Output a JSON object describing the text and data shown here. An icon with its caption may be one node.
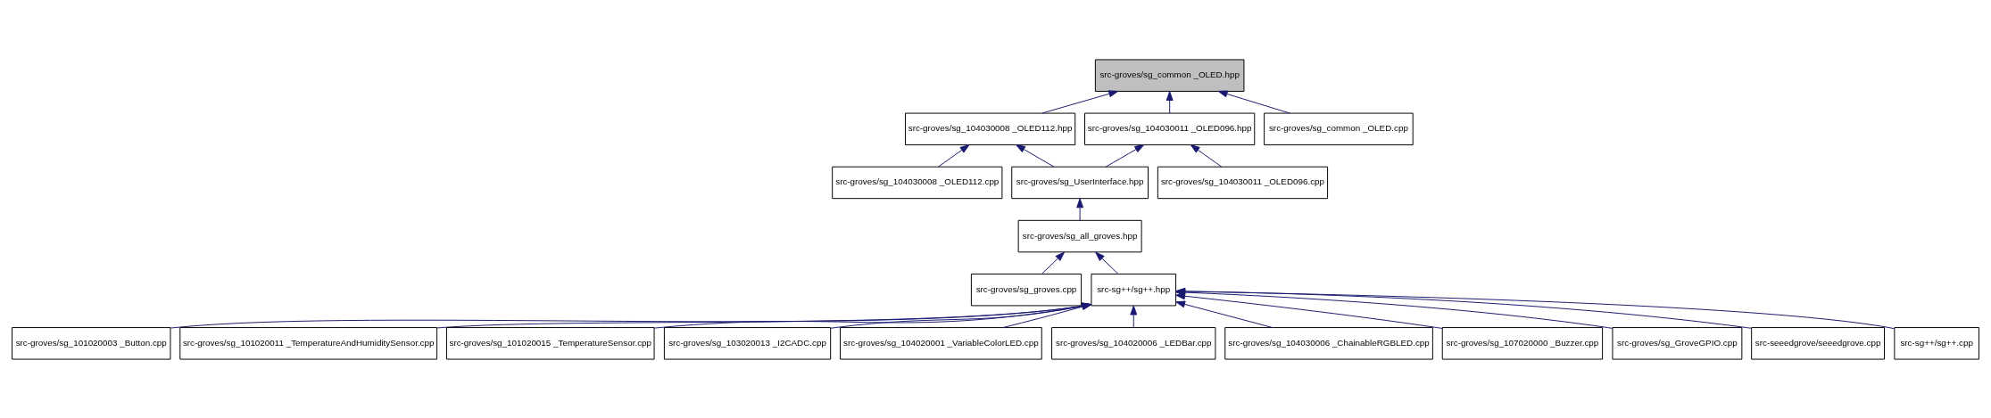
{
  "diagram": {
    "nodes": [
      {
        "text": [
          "src-groves/sg_common _OLED.hpp"
        ]
      },
      {
        "text": [
          "src-groves/sg_104030008 _OLED112.hpp"
        ]
      },
      {
        "text": [
          "src-groves/sg_104030011 _OLED096.hpp"
        ]
      },
      {
        "text": [
          "src-groves/sg_common _OLED.cpp"
        ]
      },
      {
        "text": [
          "src-groves/sg_104030008 _OLED112.cpp"
        ]
      },
      {
        "text": [
          "src-groves/sg_UserInterface.hpp"
        ]
      },
      {
        "text": [
          "src-groves/sg_104030011 _OLED096.cpp"
        ]
      },
      {
        "text": [
          "src-groves/sg_all_groves.hpp"
        ]
      },
      {
        "text": [
          "src-groves/sg_groves.cpp"
        ]
      },
      {
        "text": [
          "src-sg++/sg++.hpp"
        ]
      },
      {
        "text": [
          "src-groves/sg_101020003 _Button.cpp"
        ]
      },
      {
        "text": [
          "src-groves/sg_101020011 _TemperatureAndHumiditySensor.cpp"
        ]
      },
      {
        "text": [
          "src-groves/sg_101020015 _TemperatureSensor.cpp"
        ]
      },
      {
        "text": [
          "src-groves/sg_103020013 _I2CADC.cpp"
        ]
      },
      {
        "text": [
          "src-groves/sg_104020001 _VariableColorLED.cpp"
        ]
      },
      {
        "text": [
          "src-groves/sg_104020006 _LEDBar.cpp"
        ]
      },
      {
        "text": [
          "src-groves/sg_104030006 _ChainableRGBLED.cpp"
        ]
      },
      {
        "text": [
          "src-groves/sg_107020000 _Buzzer.cpp"
        ]
      },
      {
        "text": [
          "src-groves/sg_GroveGPIO.cpp"
        ]
      },
      {
        "text": [
          "src-seeedgrove/seeedgrove.cpp"
        ]
      },
      {
        "text": [
          "src-sg++/sg++.cpp"
        ]
      }
    ],
    "edges": [
      {
        "from": 1,
        "to": 0,
        "arrow": "to"
      },
      {
        "from": 2,
        "to": 0,
        "arrow": "to"
      },
      {
        "from": 3,
        "to": 0,
        "arrow": "to"
      },
      {
        "from": 4,
        "to": 1,
        "arrow": "to"
      },
      {
        "from": 5,
        "to": 1,
        "arrow": "to"
      },
      {
        "from": 5,
        "to": 2,
        "arrow": "to"
      },
      {
        "from": 6,
        "to": 2,
        "arrow": "to"
      },
      {
        "from": 7,
        "to": 5,
        "arrow": "to"
      },
      {
        "from": 8,
        "to": 7,
        "arrow": "to"
      },
      {
        "from": 9,
        "to": 7,
        "arrow": "to"
      },
      {
        "from": 10,
        "to": 9,
        "arrow": "to"
      },
      {
        "from": 11,
        "to": 9,
        "arrow": "to"
      },
      {
        "from": 12,
        "to": 9,
        "arrow": "to"
      },
      {
        "from": 13,
        "to": 9,
        "arrow": "to"
      },
      {
        "from": 14,
        "to": 9,
        "arrow": "to"
      },
      {
        "from": 15,
        "to": 9,
        "arrow": "to"
      },
      {
        "from": 16,
        "to": 9,
        "arrow": "to"
      },
      {
        "from": 17,
        "to": 9,
        "arrow": "to"
      },
      {
        "from": 18,
        "to": 9,
        "arrow": "to"
      },
      {
        "from": 19,
        "to": 9,
        "arrow": "to"
      },
      {
        "from": 20,
        "to": 9,
        "arrow": "to"
      }
    ]
  }
}
